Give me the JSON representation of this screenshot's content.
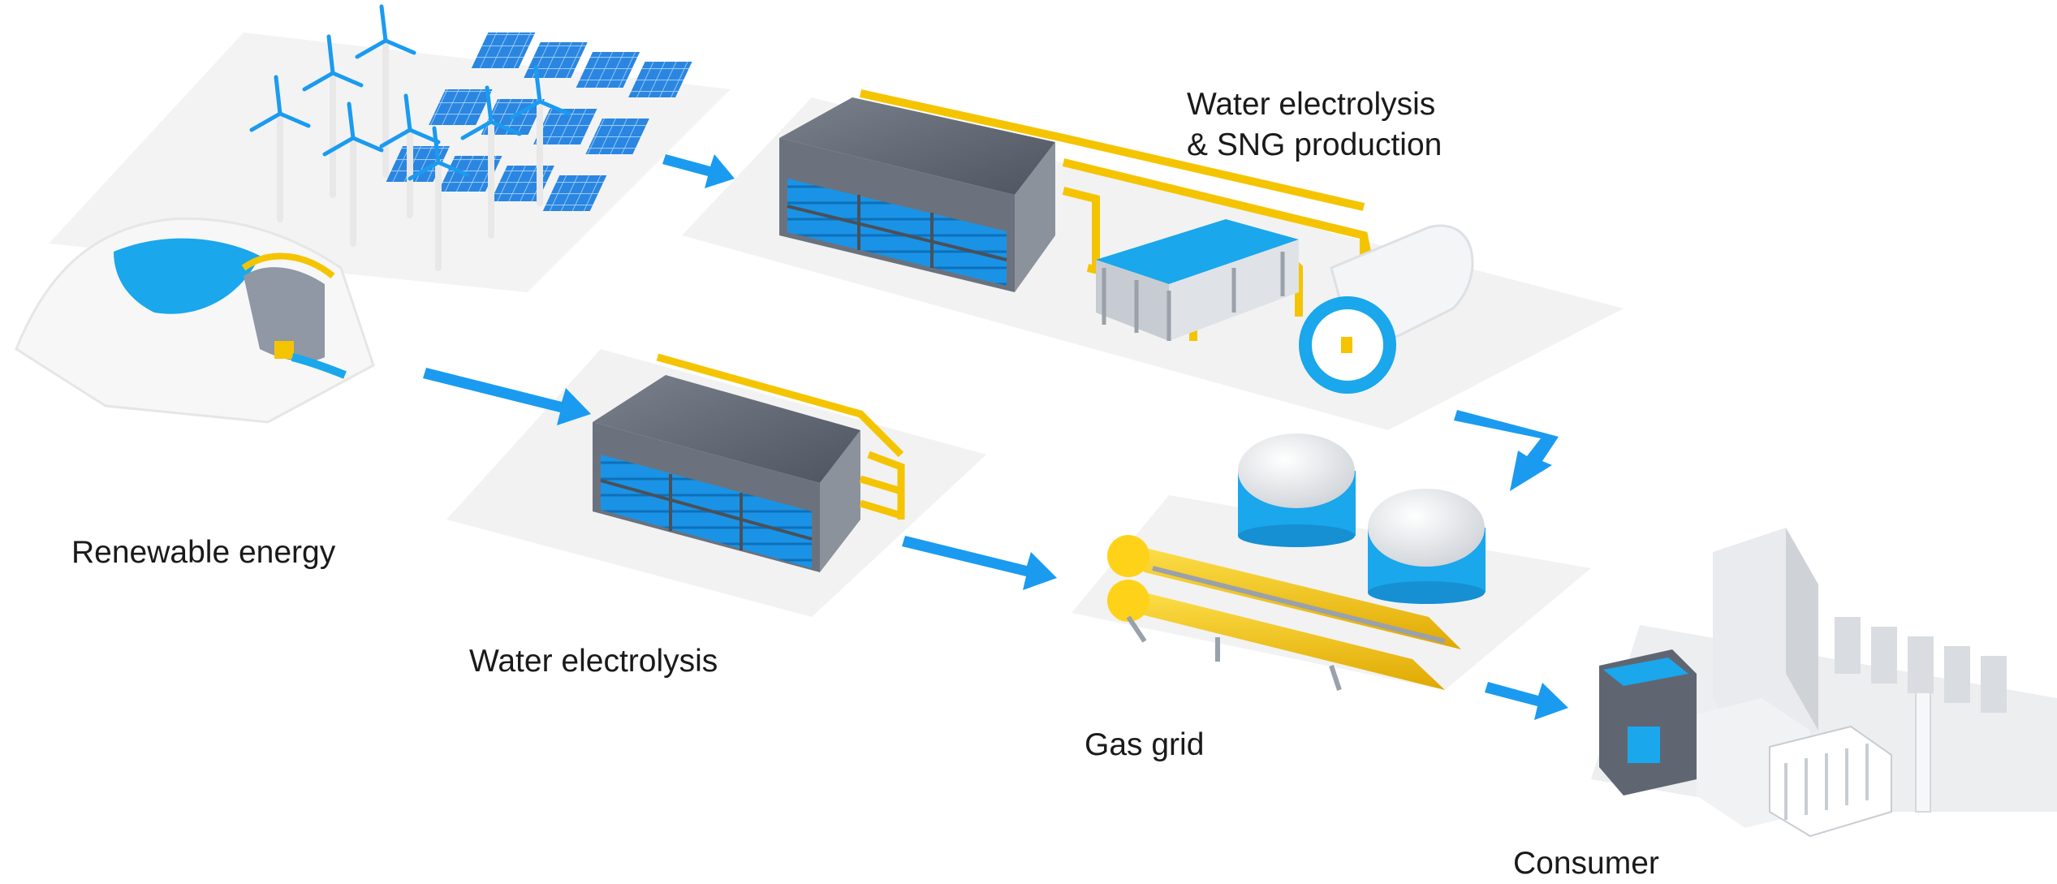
{
  "labels": {
    "renewable_energy": "Renewable energy",
    "water_electrolysis": "Water electrolysis",
    "sng_line1": "Water electrolysis",
    "sng_line2": "& SNG production",
    "gas_grid": "Gas grid",
    "consumer": "Consumer"
  },
  "colors": {
    "arrow": "#1a9bf0",
    "water": "#1aa7ec",
    "pipe": "#f5c400",
    "building": "#5f6672",
    "platform": "#f2f2f2",
    "terrain": "#fafafa"
  },
  "icons": [
    "wind-turbine-icon",
    "solar-panel-icon",
    "reservoir-dam-icon",
    "electrolyzer-building-icon",
    "gas-storage-tank-icon",
    "spherical-gas-tank-icon",
    "power-plant-icon"
  ]
}
